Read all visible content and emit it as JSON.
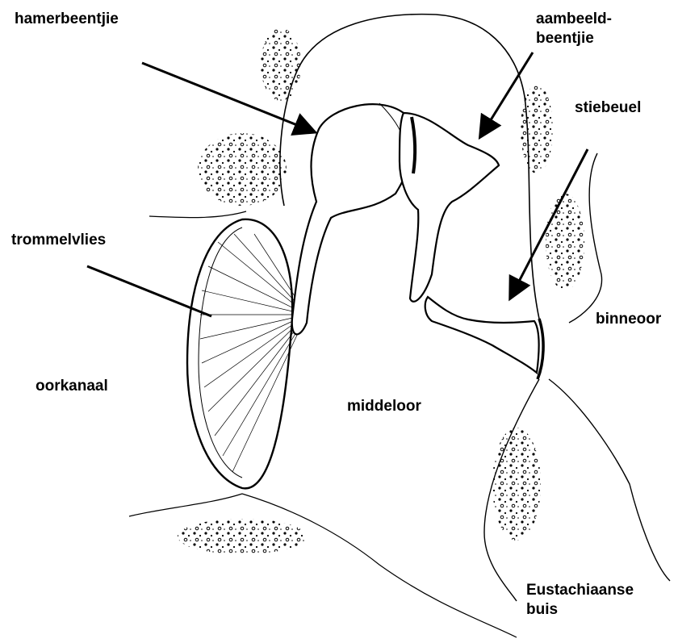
{
  "labels": {
    "hamerbeentjie": "hamerbeentjie",
    "aambeeld_line1": "aambeeld-",
    "aambeeld_line2": "beentjie",
    "stiebeuel": "stiebeuel",
    "trommelvlies": "trommelvlies",
    "binneoor": "binneoor",
    "oorkanaal": "oorkanaal",
    "middeloor": "middeloor",
    "eustachiaanse_line1": "Eustachiaanse",
    "eustachiaanse_line2": "buis"
  },
  "colors": {
    "ink": "#000000",
    "background": "#ffffff"
  }
}
